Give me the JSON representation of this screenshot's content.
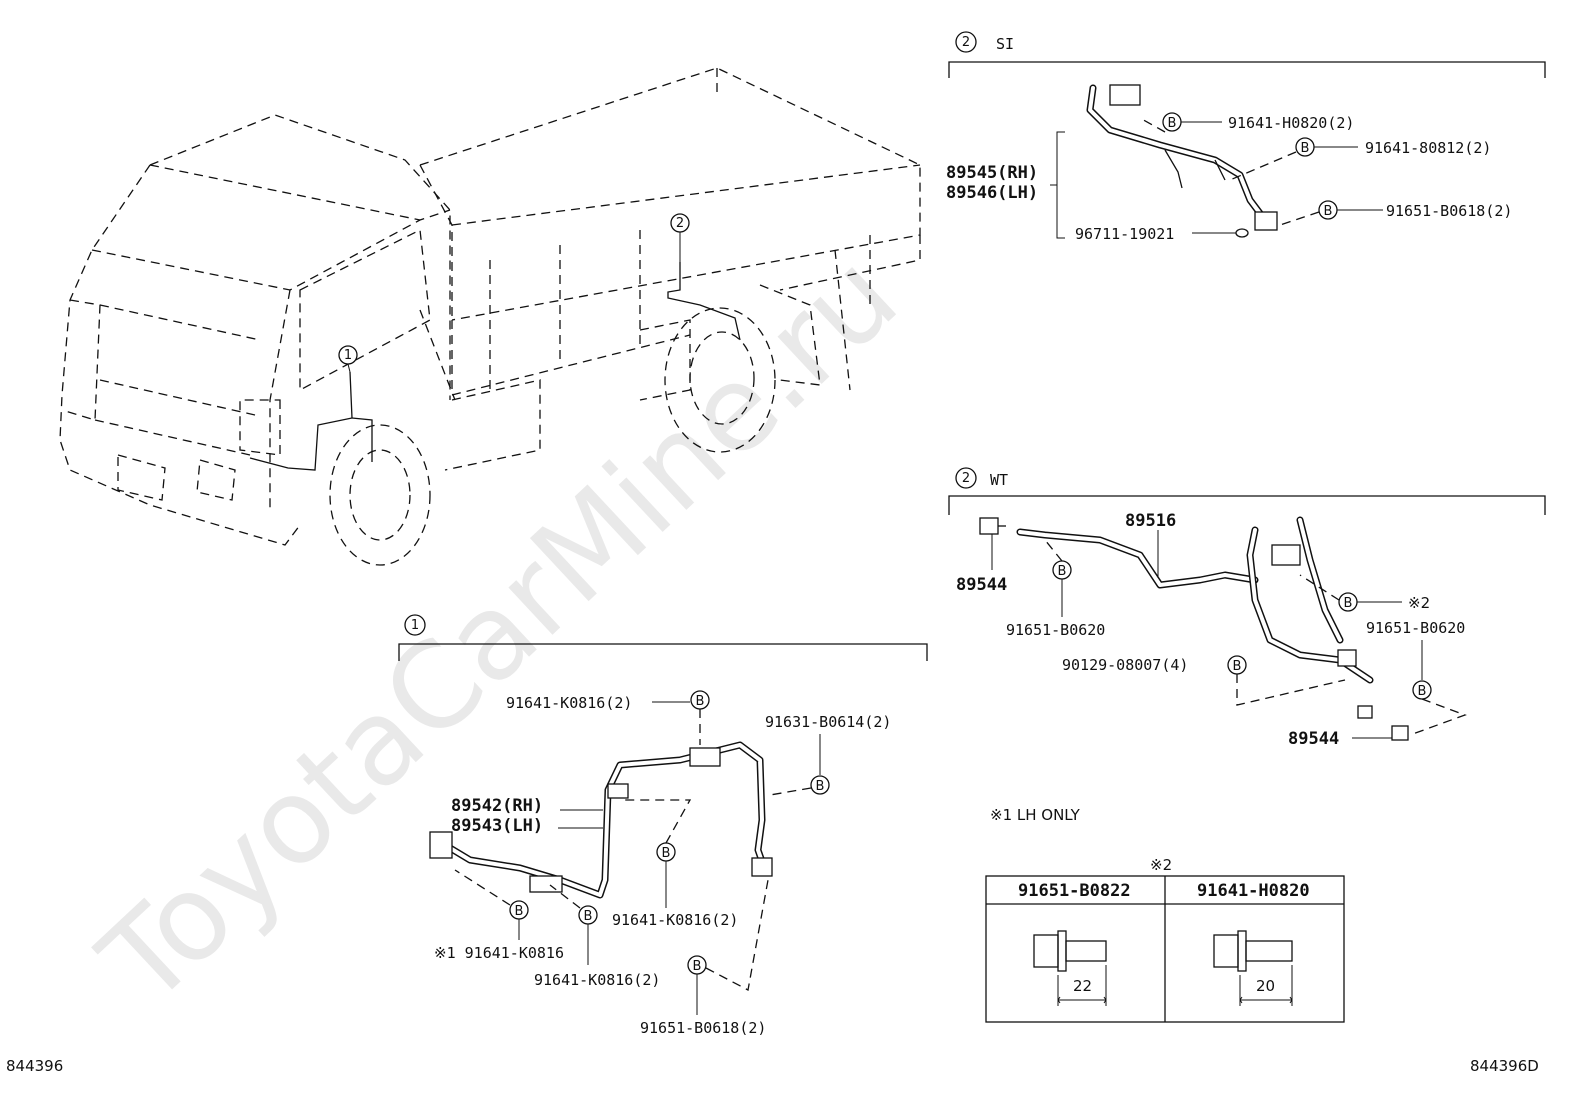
{
  "watermark": "ToyotaCarMine.ru",
  "footer": {
    "left_code": "844396",
    "right_code": "844396D"
  },
  "bolt_symbol": "B",
  "callouts": {
    "one": "1",
    "two": "2"
  },
  "section_si": {
    "title": "SI",
    "harness_rh": "89545(RH)",
    "harness_lh": "89546(LH)",
    "part_a": "91641-H0820(2)",
    "part_b": "91641-80812(2)",
    "part_c": "91651-B0618(2)",
    "part_d": "96711-19021"
  },
  "section_wt": {
    "title": "WT",
    "harness": "89516",
    "sensor_top": "89544",
    "sensor_bottom": "89544",
    "part_a": "91651-B0620",
    "part_b": "91651-B0620",
    "part_c": "90129-08007(4)",
    "note_ref": "※2"
  },
  "section_front": {
    "harness_rh": "89542(RH)",
    "harness_lh": "89543(LH)",
    "part_a": "91641-K0816(2)",
    "part_b": "91631-B0614(2)",
    "part_c": "91641-K0816(2)",
    "part_d": "※1 91641-K0816",
    "part_e": "91641-K0816(2)",
    "part_f": "91651-B0618(2)"
  },
  "notes": {
    "lh_only": "※1 LH ONLY"
  },
  "bolt_table": {
    "title": "※2",
    "columns": [
      {
        "part": "91651-B0822",
        "length": "22"
      },
      {
        "part": "91641-H0820",
        "length": "20"
      }
    ]
  }
}
